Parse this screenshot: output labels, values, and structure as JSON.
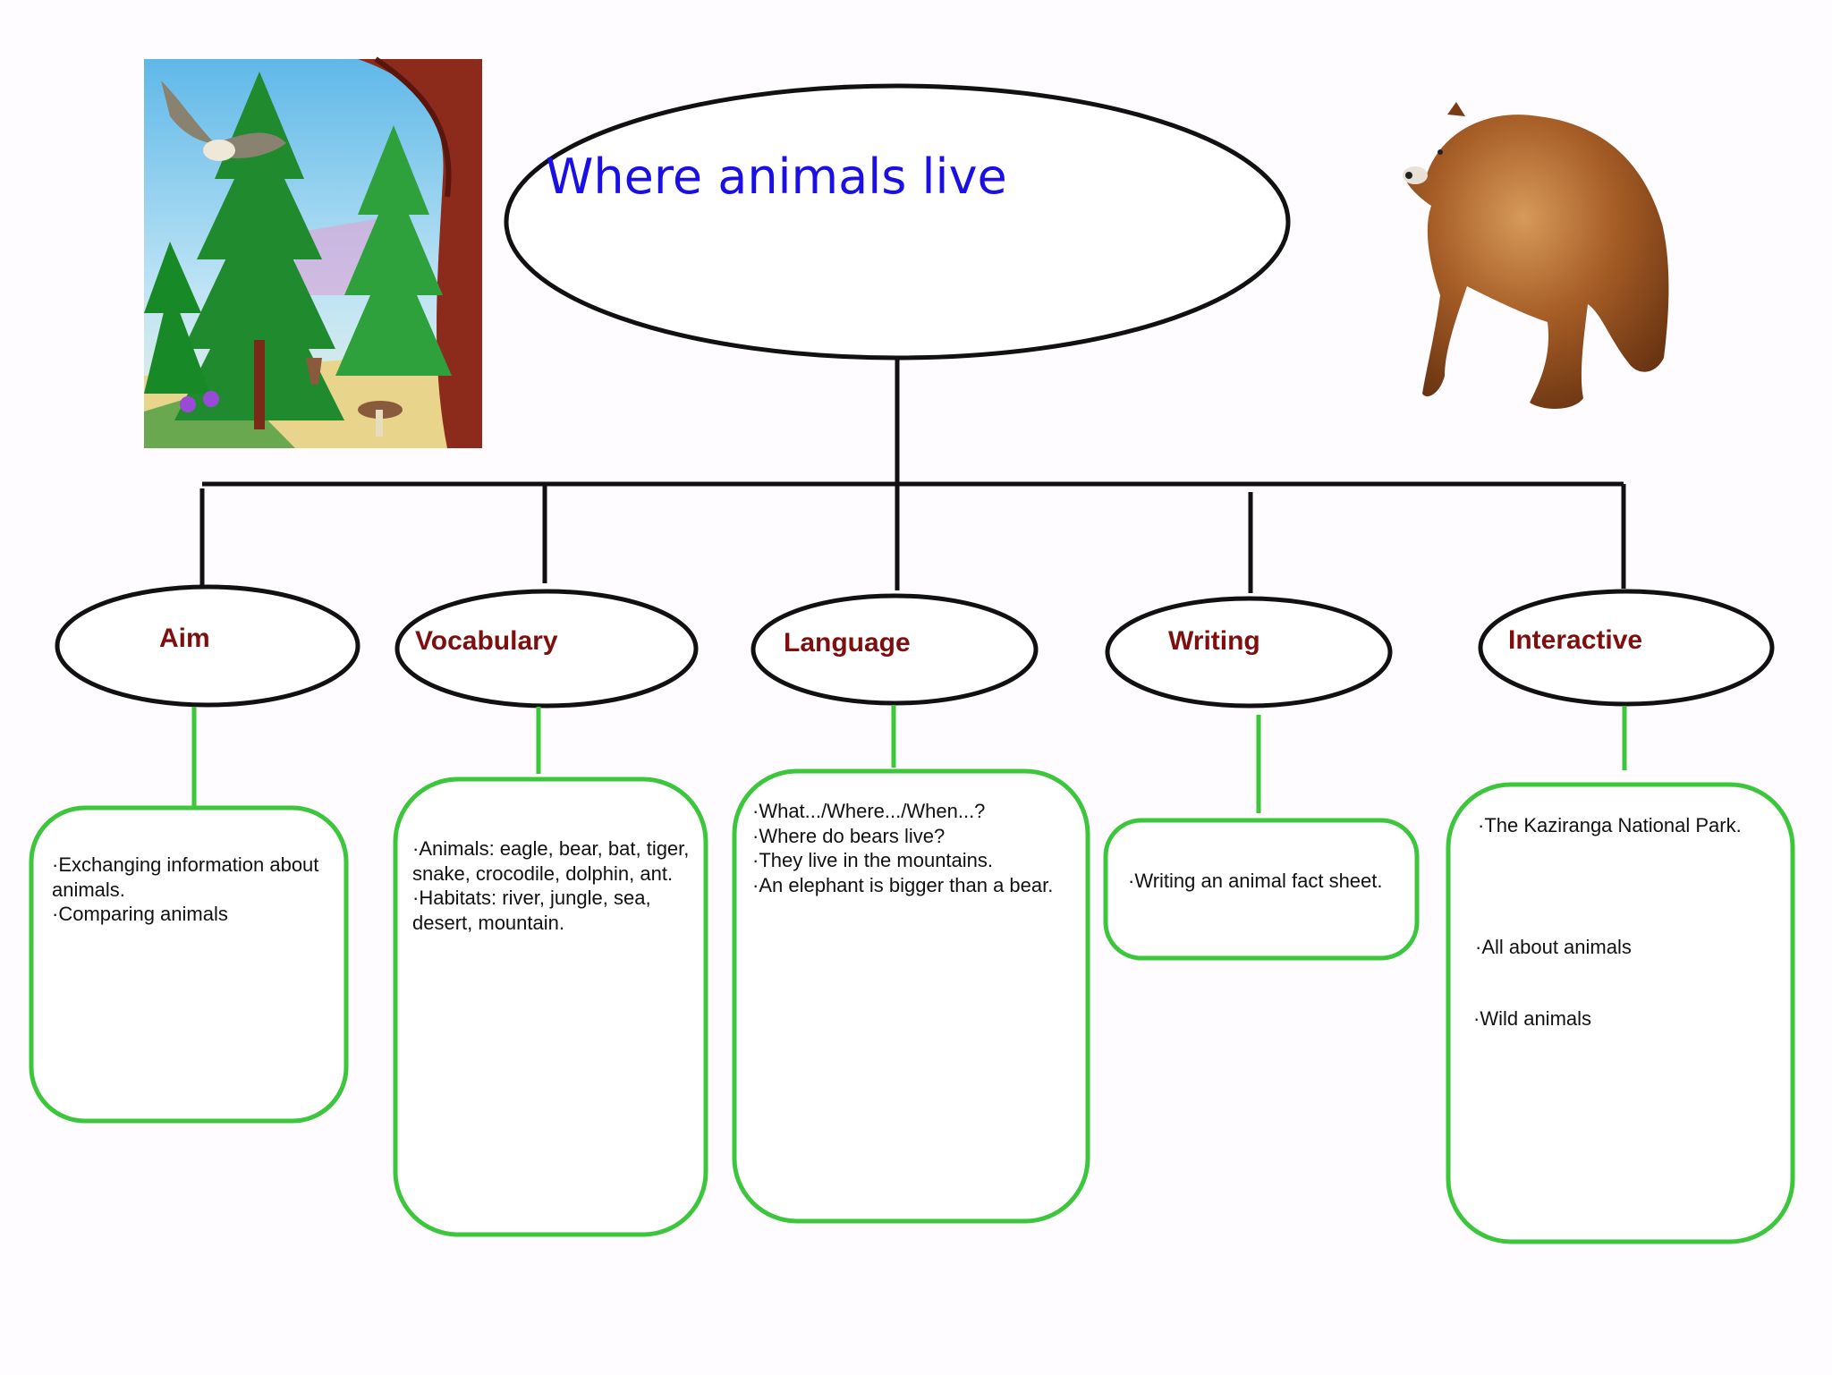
{
  "title": "Where animals live",
  "categories": {
    "aim": "Aim",
    "vocabulary": "Vocabulary",
    "language": "Language",
    "writing": "Writing",
    "interactive": "Interactive"
  },
  "boxes": {
    "aim": [
      "·Exchanging information about",
      "animals.",
      "·Comparing animals"
    ],
    "vocabulary": [
      "·Animals: eagle, bear, bat, tiger,",
      "snake, crocodile, dolphin, ant.",
      "·Habitats: river, jungle, sea,",
      "desert, mountain."
    ],
    "language": [
      "·What.../Where.../When...?",
      "·Where do bears live?",
      "·They live in the mountains.",
      "·An elephant is bigger than a bear."
    ],
    "writing": [
      "·Writing an animal fact sheet."
    ],
    "interactive": [
      "·The Kaziranga National Park.",
      "·All about animals",
      "·Wild animals"
    ]
  },
  "colors": {
    "title": "#1a10e6",
    "category_text": "#7d0f0f",
    "box_border": "#3cc63c",
    "connector": "#111111"
  },
  "images": {
    "forest": "forest-illustration",
    "bear": "brown-bear-illustration"
  }
}
